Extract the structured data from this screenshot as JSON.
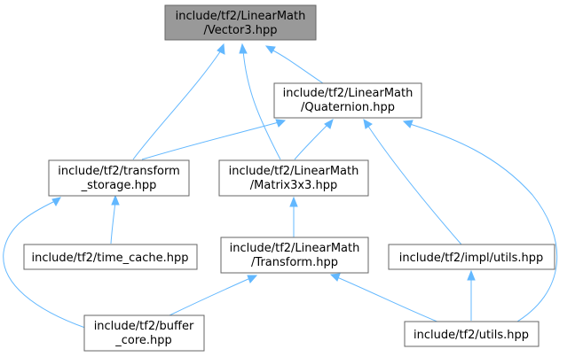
{
  "graph": {
    "nodes": {
      "vector3": {
        "lines": [
          "include/tf2/LinearMath",
          "/Vector3.hpp"
        ],
        "highlighted": true
      },
      "quaternion": {
        "lines": [
          "include/tf2/LinearMath",
          "/Quaternion.hpp"
        ]
      },
      "transform_storage": {
        "lines": [
          "include/tf2/transform",
          "_storage.hpp"
        ]
      },
      "matrix3x3": {
        "lines": [
          "include/tf2/LinearMath",
          "/Matrix3x3.hpp"
        ]
      },
      "time_cache": {
        "lines": [
          "include/tf2/time_cache.hpp"
        ]
      },
      "transform": {
        "lines": [
          "include/tf2/LinearMath",
          "/Transform.hpp"
        ]
      },
      "impl_utils": {
        "lines": [
          "include/tf2/impl/utils.hpp"
        ]
      },
      "buffer_core": {
        "lines": [
          "include/tf2/buffer",
          "_core.hpp"
        ]
      },
      "utils": {
        "lines": [
          "include/tf2/utils.hpp"
        ]
      }
    },
    "edges": [
      {
        "from": "quaternion",
        "to": "vector3"
      },
      {
        "from": "transform_storage",
        "to": "vector3"
      },
      {
        "from": "matrix3x3",
        "to": "vector3"
      },
      {
        "from": "transform_storage",
        "to": "quaternion"
      },
      {
        "from": "matrix3x3",
        "to": "quaternion"
      },
      {
        "from": "impl_utils",
        "to": "quaternion"
      },
      {
        "from": "utils",
        "to": "quaternion"
      },
      {
        "from": "time_cache",
        "to": "transform_storage"
      },
      {
        "from": "buffer_core",
        "to": "transform_storage"
      },
      {
        "from": "transform",
        "to": "matrix3x3"
      },
      {
        "from": "buffer_core",
        "to": "transform"
      },
      {
        "from": "utils",
        "to": "transform"
      },
      {
        "from": "utils",
        "to": "impl_utils"
      }
    ],
    "colors": {
      "edge": "#63b8ff",
      "node_border": "#666666",
      "root_fill": "#999999",
      "node_fill": "#ffffff"
    }
  }
}
